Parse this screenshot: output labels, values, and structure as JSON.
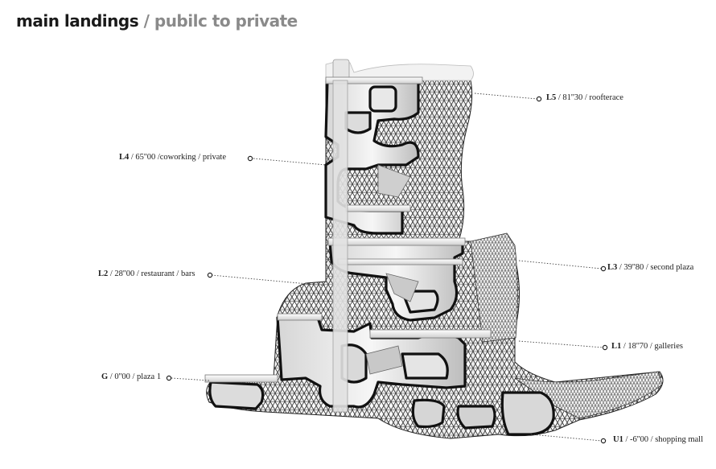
{
  "title": {
    "main": "main landings",
    "separator": "/",
    "sub": "pubilc to private"
  },
  "landings": [
    {
      "code": "L5",
      "rest": " / 81''30 / roofterace"
    },
    {
      "code": "L4",
      "rest": " / 65''00 /coworking / private"
    },
    {
      "code": "L3",
      "rest": " / 39''80 / second plaza"
    },
    {
      "code": "L2",
      "rest": " / 28''00 / restaurant / bars"
    },
    {
      "code": "L1",
      "rest": " / 18''70 / galleries"
    },
    {
      "code": "G",
      "rest": " / 0''00 / plaza 1"
    },
    {
      "code": "U1",
      "rest": " / -6''00 / shopping mall"
    }
  ]
}
